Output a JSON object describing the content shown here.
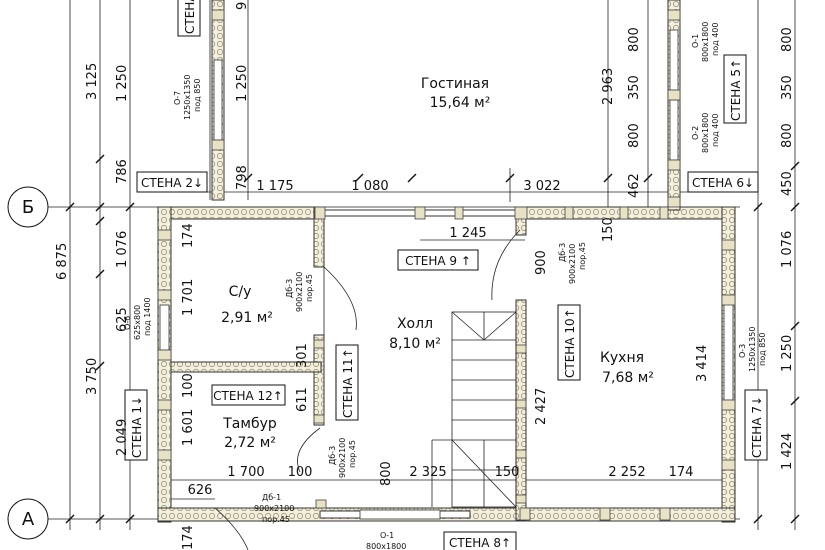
{
  "axes": {
    "b": "Б",
    "a": "А"
  },
  "rooms": {
    "living": {
      "name": "Гостиная",
      "area": "15,64 м²"
    },
    "wc": {
      "name": "С/у",
      "area": "2,91 м²"
    },
    "hall": {
      "name": "Холл",
      "area": "8,10 м²"
    },
    "kitchen": {
      "name": "Кухня",
      "area": "7,68 м²"
    },
    "vestibule": {
      "name": "Тамбур",
      "area": "2,72 м²"
    }
  },
  "wall_tags": {
    "w1": "СТЕНА 1↓",
    "w2": "СТЕНА 2↓",
    "w5": "СТЕНА 5↑",
    "w6": "СТЕНА 6↓",
    "w7": "СТЕНА 7↓",
    "w8": "СТЕНА 8↑",
    "w9": "СТЕНА 9 ↑",
    "w10": "СТЕНА 10↑",
    "w11": "СТЕНА 11↑",
    "w12": "СТЕНА 12↑",
    "w_top": "СТЕНА"
  },
  "openings": {
    "o1_top": {
      "name": "О-1",
      "size": "800х1800",
      "sill": "под 400"
    },
    "o2": {
      "name": "О-2",
      "size": "800х1800",
      "sill": "под 400"
    },
    "o3": {
      "name": "О-3",
      "size": "1250х1350",
      "sill": "под 850"
    },
    "o6": {
      "name": "О-6",
      "size": "625х800",
      "sill": "под 1400"
    },
    "o7": {
      "name": "О-7",
      "size": "1250х1350",
      "sill": "под 850"
    },
    "o1_bottom": {
      "name": "О-1",
      "size": "800х1800"
    },
    "d3_wc": {
      "name": "Дб-3",
      "size": "900х2100",
      "threshold": "пор.45"
    },
    "d3_hall": {
      "name": "Дб-3",
      "size": "900х2100",
      "threshold": "пор.45"
    },
    "d3_vest": {
      "name": "Дб-3",
      "size": "900х2100",
      "threshold": "пор.45"
    },
    "d1": {
      "name": "Дб-1",
      "size": "900х2100",
      "threshold": "пор.45"
    }
  },
  "dims": {
    "left_outer": "6 875",
    "left_upper": "3 125",
    "left_lower": "3 750",
    "l_1250": "1 250",
    "l_786": "786",
    "l_1076": "1 076",
    "l_625": "625",
    "l_2049": "2 049",
    "c_1250": "1 250",
    "c_798": "798",
    "c_174": "174",
    "c_1701": "1 701",
    "c_100": "100",
    "c_1601": "1 601",
    "c_174b": "174",
    "c_301": "301",
    "c_611": "611",
    "c_800": "800",
    "h_1175": "1 175",
    "h_1080": "1 080",
    "h_3022": "3 022",
    "h_1245": "1 245",
    "h_1700": "1 700",
    "h_100": "100",
    "h_626": "626",
    "h_2325": "2 325",
    "h_150": "150",
    "h_2252": "2 252",
    "h_174": "174",
    "s_2963": "2 963",
    "s_462": "462",
    "s_150": "150",
    "s_900": "900",
    "s_2427": "2 427",
    "s_3414": "3 414",
    "r_800a": "800",
    "r_350a": "350",
    "r_800b": "800",
    "ra_800": "800",
    "ra_350": "350",
    "ra_800b": "800",
    "ra_450": "450",
    "ra_1076": "1 076",
    "ra_1250": "1 250",
    "ra_1424": "1 424",
    "top_9": "9"
  }
}
